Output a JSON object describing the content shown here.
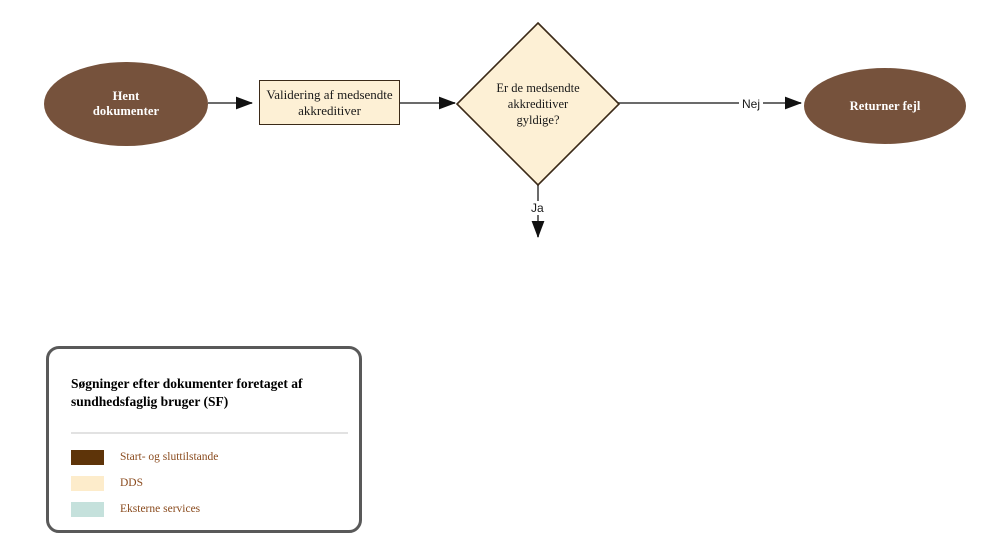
{
  "diagram": {
    "type": "flowchart",
    "nodes": [
      {
        "id": "start",
        "shape": "ellipse",
        "label": "Hent dokumenter",
        "fill": "#76523c",
        "text_color": "#ffffff"
      },
      {
        "id": "validate",
        "shape": "rectangle",
        "label": "Validering af medsendte akkreditiver",
        "fill": "#fdf0d5",
        "text_color": "#1a1a1a"
      },
      {
        "id": "decision",
        "shape": "diamond",
        "label": "Er de medsendte akkreditiver gyldige?",
        "fill": "#fdf0d5",
        "text_color": "#1a1a1a"
      },
      {
        "id": "error",
        "shape": "ellipse",
        "label": "Returner fejl",
        "fill": "#76523c",
        "text_color": "#ffffff"
      }
    ],
    "edges": [
      {
        "from": "start",
        "to": "validate",
        "label": ""
      },
      {
        "from": "validate",
        "to": "decision",
        "label": ""
      },
      {
        "from": "decision",
        "to": "error",
        "label": "Nej"
      },
      {
        "from": "decision",
        "to": "",
        "label": "Ja"
      }
    ],
    "node_labels": {
      "start_line1": "Hent",
      "start_line2": "dokumenter",
      "validate_line1": "Validering af medsendte",
      "validate_line2": "akkreditiver",
      "decision_line1": "Er de medsendte",
      "decision_line2": "akkreditiver",
      "decision_line3": "gyldige?",
      "error": "Returner fejl"
    },
    "edge_labels": {
      "nej": "Nej",
      "ja": "Ja"
    }
  },
  "legend": {
    "title_line1": "Søgninger efter dokumenter foretaget af",
    "title_line2": "sundhedsfaglig bruger (SF)",
    "items": [
      {
        "label": "Start- og sluttilstande",
        "color": "#5e3409"
      },
      {
        "label": "DDS",
        "color": "#fdeccb"
      },
      {
        "label": "Eksterne services",
        "color": "#c5e1dc"
      }
    ]
  },
  "colors": {
    "ellipse_fill": "#76523c",
    "dds_fill": "#fdf0d5",
    "external_fill": "#c5e1dc",
    "start_end_fill": "#5e3409",
    "connector": "#6b6b6b",
    "arrowhead": "#111111",
    "legend_border": "#595959",
    "legend_label_text": "#8a4b1e"
  }
}
